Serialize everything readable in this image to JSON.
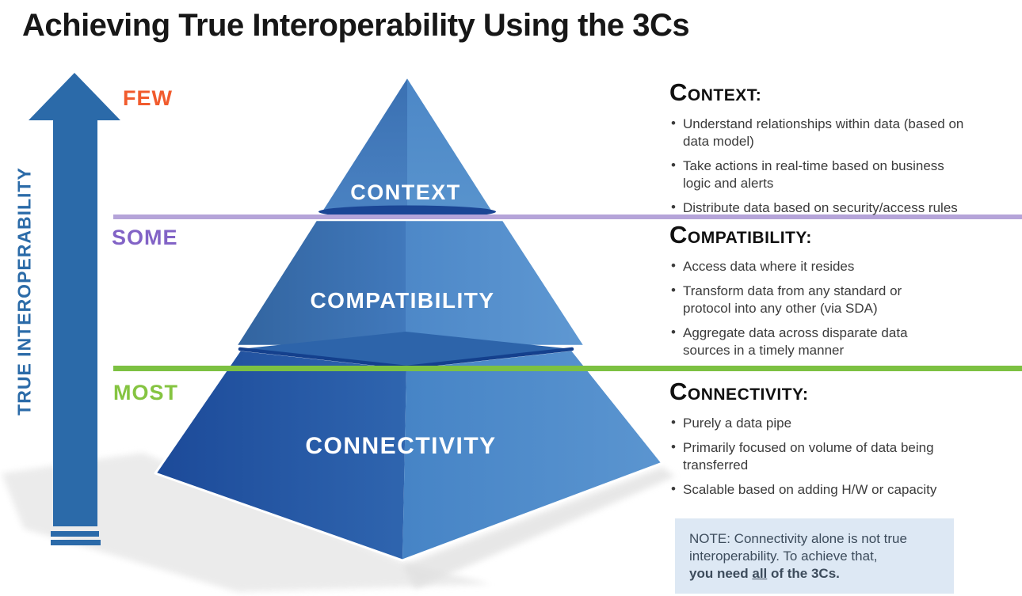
{
  "title": "Achieving True Interoperability Using the 3Cs",
  "left_axis": {
    "label": "TRUE INTEROPERABILITY",
    "levels": [
      {
        "label": "FEW"
      },
      {
        "label": "SOME"
      },
      {
        "label": "MOST"
      }
    ]
  },
  "pyramid_tiers": [
    {
      "label": "CONTEXT"
    },
    {
      "label": "COMPATIBILITY"
    },
    {
      "label": "CONNECTIVITY"
    }
  ],
  "sections": [
    {
      "heading": "CONTEXT:",
      "bullets": [
        "Understand relationships within data (based on\ndata model)",
        "Take actions in real-time based on business\nlogic and alerts",
        "Distribute data based on security/access rules"
      ]
    },
    {
      "heading": "COMPATIBILITY:",
      "bullets": [
        "Access data where it resides",
        "Transform data from any standard or\nprotocol into any other (via SDA)",
        "Aggregate data across disparate data\nsources in a timely manner"
      ]
    },
    {
      "heading": "CONNECTIVITY:",
      "bullets": [
        "Purely a data pipe",
        "Primarily focused on volume of data being\ntransferred",
        "Scalable based on adding H/W or capacity"
      ]
    }
  ],
  "note": {
    "text": "NOTE: Connectivity alone is not true\ninteroperability. To achieve that,",
    "bold_prefix": "you need ",
    "underlined_word": "all",
    "bold_suffix": " of the 3Cs."
  },
  "colors": {
    "few": "#f15b2d",
    "some": "#8263c6",
    "most": "#85c441",
    "purple-line": "#b5a4d9",
    "green-line": "#7cc142",
    "arrow-blue": "#2b6aa9",
    "axis-text": "#2b6ba8",
    "note-bg": "#dde8f4",
    "note-text": "#3d4c5c"
  }
}
